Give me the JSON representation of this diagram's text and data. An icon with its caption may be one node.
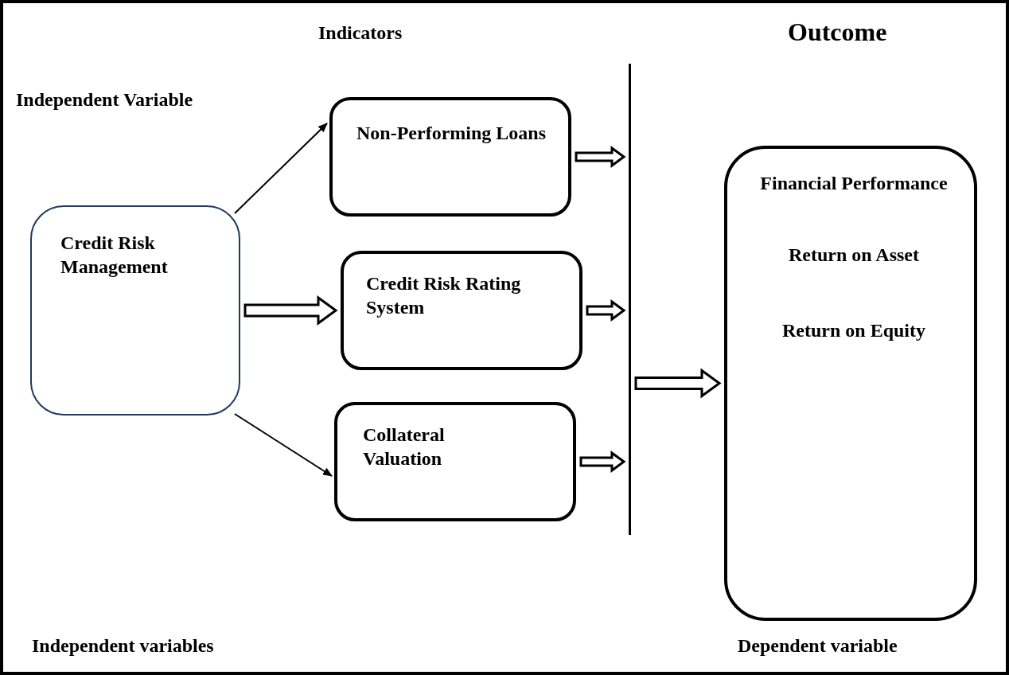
{
  "diagram": {
    "nodes": [
      {
        "text": [
          "Credit Risk Management"
        ]
      },
      {
        "text": [
          "Non-Performing Loans"
        ]
      },
      {
        "text": [
          "Credit Risk Rating System"
        ]
      },
      {
        "text": [
          "Collateral Valuation"
        ]
      },
      {
        "text": [],
        "shape": "bar"
      },
      {
        "text": [
          "Financial Performance",
          "Return on Asset",
          "Return on Equity"
        ]
      }
    ],
    "edges": [
      {
        "from": 0,
        "to": 1,
        "arrow": "to"
      },
      {
        "from": 0,
        "to": 2,
        "arrow": "to",
        "style": "thick"
      },
      {
        "from": 0,
        "to": 3,
        "arrow": "to"
      },
      {
        "from": 1,
        "to": 4,
        "arrow": "to",
        "style": "thick"
      },
      {
        "from": 2,
        "to": 4,
        "arrow": "to",
        "style": "thick"
      },
      {
        "from": 3,
        "to": 4,
        "arrow": "to",
        "style": "thick"
      },
      {
        "from": 4,
        "to": 5,
        "arrow": "to",
        "style": "thick"
      }
    ],
    "labels": [
      "Indicators",
      "Outcome",
      "Independent Variable",
      "Independent variables",
      "Dependent variable"
    ]
  }
}
